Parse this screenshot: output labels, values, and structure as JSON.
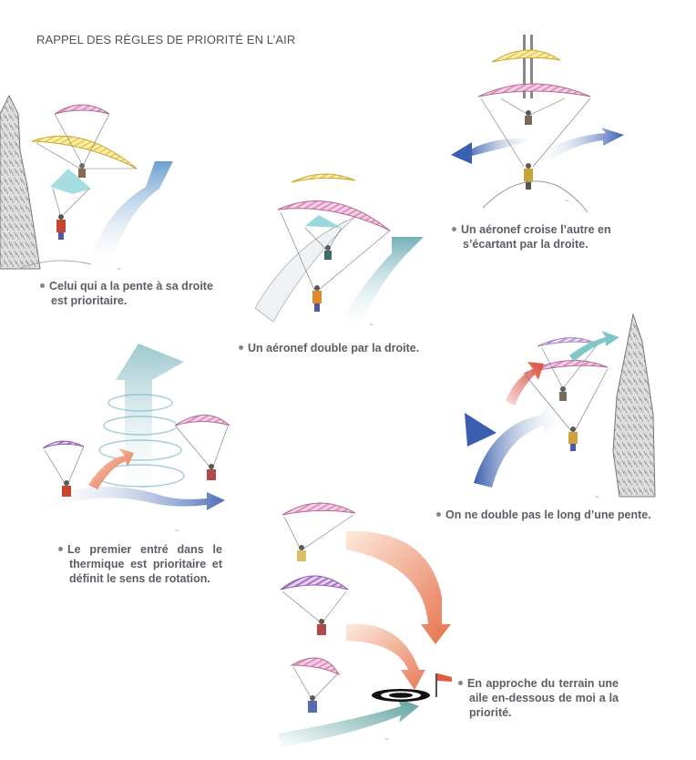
{
  "header": {
    "title": "RAPPEL DES RÈGLES DE PRIORITÉ EN L’AIR"
  },
  "rules": [
    {
      "line1": "Celui qui a la pente à sa droite",
      "line2": "est prioritaire."
    },
    {
      "line1": "Un aéronef double par la droite."
    },
    {
      "line1": "Un aéronef croise l’autre en",
      "line2": "s’écartant par la droite."
    },
    {
      "line1": "Le premier entré dans le",
      "line2": "thermique est prioritaire et",
      "line3": "définit le sens de rotation."
    },
    {
      "line1": "On ne double pas le long d’une pente."
    },
    {
      "line1": "En approche du terrain une",
      "line2": "aile en-dessous de moi a la",
      "line3": "priorité."
    }
  ],
  "colors": {
    "pink": "#e9a9cf",
    "violet": "#b489c8",
    "yellow": "#f1dd7a",
    "cyan": "#8fd4d9",
    "blue": "#6d8fc9",
    "orange": "#f08a3a",
    "red": "#e05c3c",
    "rock": "#9a9a9a",
    "ink": "#6b6b6b"
  }
}
